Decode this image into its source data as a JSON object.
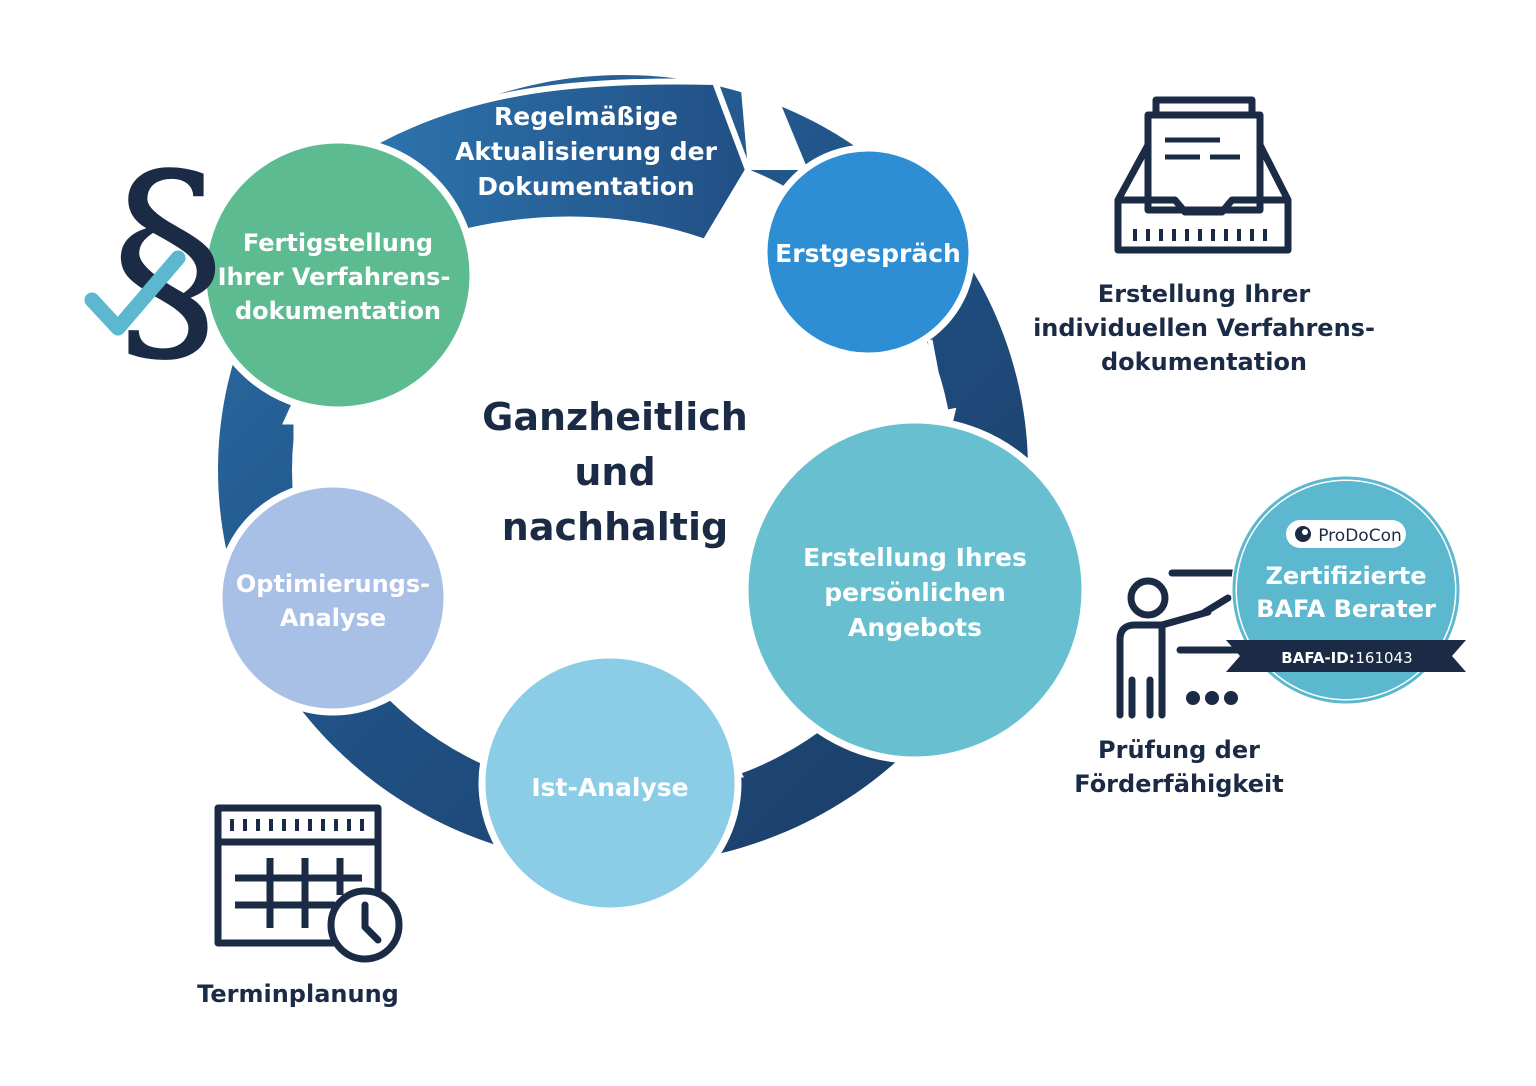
{
  "center": {
    "lines": [
      "Ganzheitlich",
      "und",
      "nachhaltig"
    ]
  },
  "top_arrow": {
    "lines": [
      "Regelmäßige",
      "Aktualisierung der",
      "Dokumentation"
    ]
  },
  "steps": [
    {
      "id": "erstgespraech",
      "lines": [
        "Erstgespräch"
      ],
      "color": "#2E8ED4"
    },
    {
      "id": "angebot",
      "lines": [
        "Erstellung Ihres",
        "persönlichen",
        "Angebots"
      ],
      "color": "#68BFD0"
    },
    {
      "id": "ist-analyse",
      "lines": [
        "Ist-Analyse"
      ],
      "color": "#8BCDE6"
    },
    {
      "id": "optimierung",
      "lines": [
        "Optimierungs-",
        "Analyse"
      ],
      "color": "#A8BFE6"
    },
    {
      "id": "fertigstellung",
      "lines": [
        "Fertigstellung",
        "Ihrer Verfahrens-",
        "dokumentation"
      ],
      "color": "#5DBB92"
    }
  ],
  "side_labels": {
    "dokumentation": [
      "Erstellung Ihrer",
      "individuellen Verfahrens-",
      "dokumentation"
    ],
    "foerderung": [
      "Prüfung der",
      "Förderfähigkeit"
    ],
    "termin": [
      "Terminplanung"
    ]
  },
  "badge": {
    "brand": "ProDoCon",
    "title_lines": [
      "Zertifizierte",
      "BAFA Berater"
    ],
    "id_label": "BAFA-ID:",
    "id_value": "161043"
  },
  "icons": {
    "paragraph": "paragraph-icon",
    "checkmark": "checkmark-icon",
    "inbox": "document-tray-icon",
    "presenter": "presenter-icon",
    "calendar": "calendar-clock-icon"
  },
  "colors": {
    "ring_dark": "#1F3A5F",
    "ring_mid": "#2B6AA0",
    "navy_text": "#1B2B45",
    "check": "#5BB8CE",
    "badge_bg": "#5CB8CE",
    "badge_ribbon": "#1B2B45"
  }
}
